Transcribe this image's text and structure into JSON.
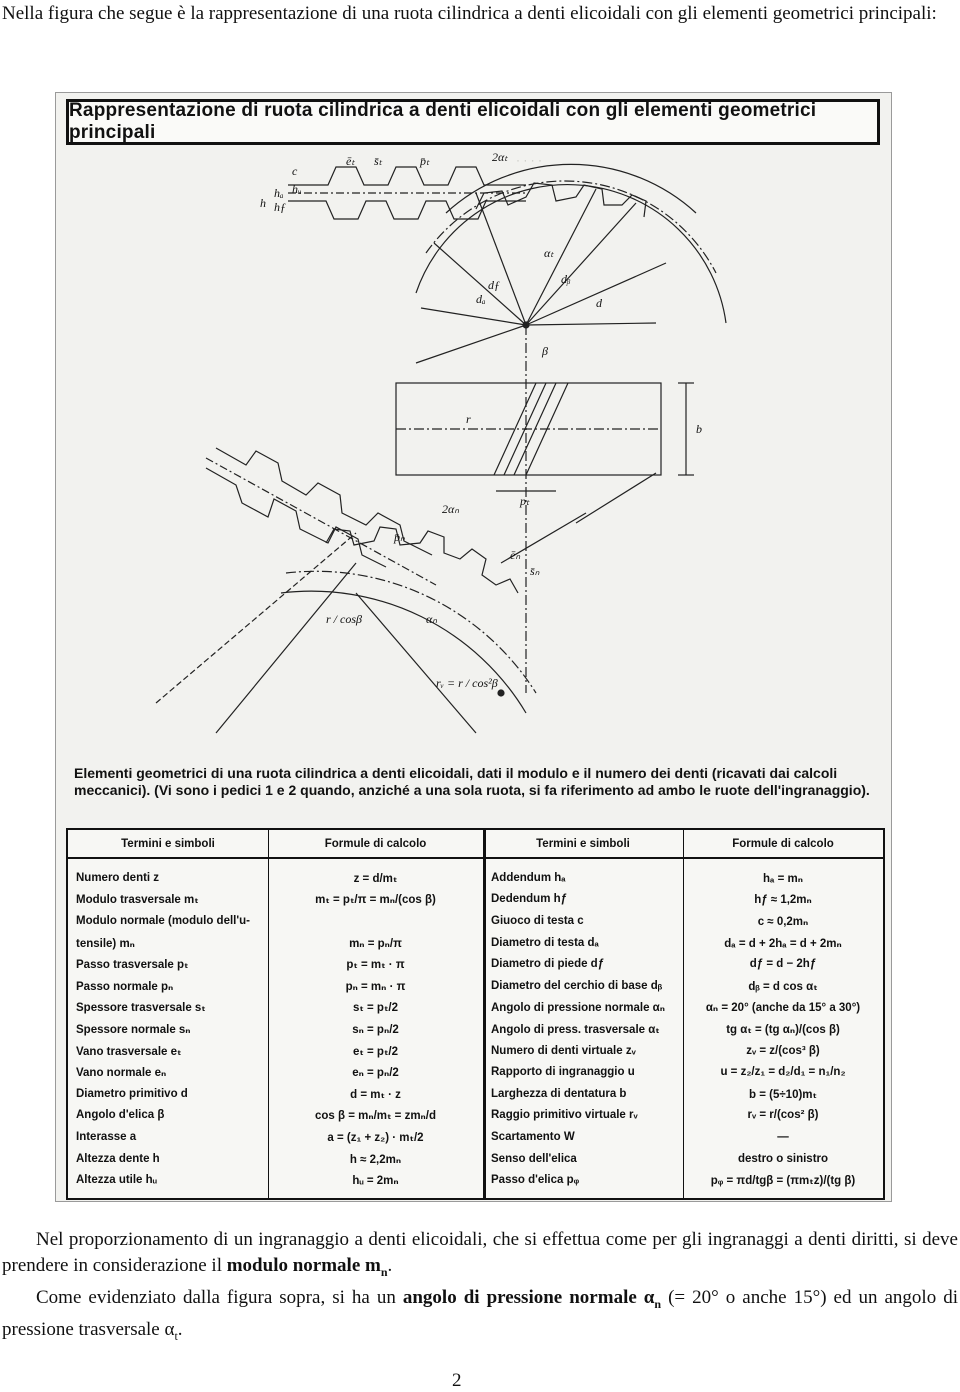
{
  "intro": "Nella figura che segue è la rappresentazione di una ruota cilindrica a denti elicoidali con gli elementi geometrici principali:",
  "plate": {
    "title": "Rappresentazione di ruota cilindrica a denti elicoidali con gli elementi geometrici principali",
    "diagram_labels": {
      "e_t": "ēₜ",
      "s_t": "s̄ₜ",
      "p_t": "p̄ₜ",
      "two_alpha_t": "2αₜ",
      "c": "c",
      "h_u": "hᵤ",
      "h_a": "hₐ",
      "h": "h",
      "h_f": "hƒ",
      "alpha_t": "αₜ",
      "d_b": "dᵦ",
      "d_a": "dₐ",
      "d_f": "dƒ",
      "d": "d",
      "beta": "β",
      "r": "r",
      "b": "b",
      "p_t_lower": "pₜ",
      "two_alpha_n": "2αₙ",
      "p_n": "p̄ₙ",
      "e_n": "ēₙ",
      "s_n": "s̄ₙ",
      "alpha_n": "αₙ",
      "r_cos_b": "r / cosβ",
      "r_v": "rᵥ = r / cos²β"
    },
    "caption": "Elementi geometrici di una ruota cilindrica a denti elicoidali, dati il modulo e il numero dei denti (ricavati dai calcoli meccanici). (Vi sono i pedici 1 e 2 quando, anziché a una sola ruota, si fa riferimento ad ambo le ruote dell'ingranaggio).",
    "table": {
      "headers": [
        "Termini e simboli",
        "Formule di calcolo",
        "Termini e simboli",
        "Formule di calcolo"
      ],
      "left": [
        {
          "term": "Numero denti z",
          "formula": "z = d/mₜ"
        },
        {
          "term": "Modulo trasversale mₜ",
          "formula": "mₜ = pₜ/π = mₙ/(cos β)"
        },
        {
          "term": "Modulo normale (modulo dell'u-",
          "formula": ""
        },
        {
          "term": "tensile) mₙ",
          "formula": "mₙ = pₙ/π"
        },
        {
          "term": "Passo trasversale pₜ",
          "formula": "pₜ = mₜ · π"
        },
        {
          "term": "Passo normale pₙ",
          "formula": "pₙ = mₙ · π"
        },
        {
          "term": "Spessore trasversale sₜ",
          "formula": "sₜ = pₜ/2"
        },
        {
          "term": "Spessore normale sₙ",
          "formula": "sₙ = pₙ/2"
        },
        {
          "term": "Vano trasversale eₜ",
          "formula": "eₜ = pₜ/2"
        },
        {
          "term": "Vano normale eₙ",
          "formula": "eₙ = pₙ/2"
        },
        {
          "term": "Diametro primitivo d",
          "formula": "d = mₜ · z"
        },
        {
          "term": "Angolo d'elica β",
          "formula": "cos β = mₙ/mₜ = zmₙ/d"
        },
        {
          "term": "Interasse a",
          "formula": "a = (z₁ + z₂) · mₜ/2"
        },
        {
          "term": "Altezza dente h",
          "formula": "h ≈ 2,2mₙ"
        },
        {
          "term": "Altezza utile hᵤ",
          "formula": "hᵤ = 2mₙ"
        }
      ],
      "right": [
        {
          "term": "Addendum hₐ",
          "formula": "hₐ = mₙ"
        },
        {
          "term": "Dedendum hƒ",
          "formula": "hƒ ≈ 1,2mₙ"
        },
        {
          "term": "Giuoco di testa c",
          "formula": "c ≈ 0,2mₙ"
        },
        {
          "term": "Diametro di testa dₐ",
          "formula": "dₐ = d + 2hₐ = d + 2mₙ"
        },
        {
          "term": "Diametro di piede dƒ",
          "formula": "dƒ = d − 2hƒ"
        },
        {
          "term": "Diametro del cerchio di base dᵦ",
          "formula": "dᵦ = d cos αₜ"
        },
        {
          "term": "Angolo di pressione normale αₙ",
          "formula": "αₙ = 20° (anche da 15° a 30°)"
        },
        {
          "term": "Angolo di press. trasversale αₜ",
          "formula": "tg αₜ = (tg αₙ)/(cos β)"
        },
        {
          "term": "Numero di denti virtuale zᵥ",
          "formula": "zᵥ = z/(cos³ β)"
        },
        {
          "term": "Rapporto di ingranaggio u",
          "formula": "u = z₂/z₁ = d₂/d₁ = n₁/n₂"
        },
        {
          "term": "Larghezza di dentatura b",
          "formula": "b = (5÷10)mₜ"
        },
        {
          "term": "Raggio primitivo virtuale rᵥ",
          "formula": "rᵥ = r/(cos² β)"
        },
        {
          "term": "Scartamento W",
          "formula": "—"
        },
        {
          "term": "Senso dell'elica",
          "formula": "destro o sinistro"
        },
        {
          "term": "Passo d'elica pᵩ",
          "formula": "pᵩ = πd/tgβ = (πmₜz)/(tg β)"
        }
      ]
    }
  },
  "body": {
    "p1_text": "Nel proporzionamento di un ingranaggio a denti elicoidali, che si effettua come per gli ingranaggi a denti diritti, si deve prendere in considerazione il",
    "p1_bold": "modulo normale m",
    "p1_bold_sub": "n",
    "p1_end": ".",
    "p2_start": "Come evidenziato dalla figura sopra, si ha un",
    "p2_bold": "angolo di pressione normale α",
    "p2_bold_sub": "n",
    "p2_mid": "(= 20° o anche 15°) ed un angolo di pressione trasversale α",
    "p2_sub": "t",
    "p2_end": "."
  },
  "page_number": "2"
}
